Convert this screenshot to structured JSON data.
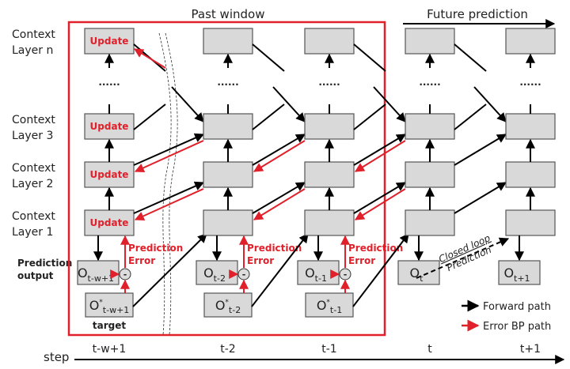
{
  "header": {
    "past_window": "Past window",
    "future_prediction": "Future prediction"
  },
  "layers": [
    {
      "line1": "Context",
      "line2": "Layer n"
    },
    {
      "line1": "Context",
      "line2": "Layer 3"
    },
    {
      "line1": "Context",
      "line2": "Layer 2"
    },
    {
      "line1": "Context",
      "line2": "Layer 1"
    }
  ],
  "ellipsis": "......",
  "update_label": "Update",
  "prediction_output_label": {
    "line1": "Prediction",
    "line2": "output"
  },
  "prediction_error_label": {
    "line1": "Prediction",
    "line2": "Error"
  },
  "minus_symbol": "-",
  "target_label": "target",
  "closed_loop_label": {
    "line1": "Closed loop",
    "line2": "Prediction"
  },
  "columns": [
    {
      "step": "t-w+1",
      "output": {
        "base": "O",
        "sub": "t-w+1"
      },
      "target": {
        "base": "O",
        "sup": "*",
        "sub": "t-w+1"
      },
      "updated": true
    },
    {
      "step": "t-2",
      "output": {
        "base": "O",
        "sub": "t-2"
      },
      "target": {
        "base": "O",
        "sup": "*",
        "sub": "t-2"
      },
      "updated": false
    },
    {
      "step": "t-1",
      "output": {
        "base": "O",
        "sub": "t-1"
      },
      "target": {
        "base": "O",
        "sup": "*",
        "sub": "t-1"
      },
      "updated": false
    },
    {
      "step": "t",
      "output": {
        "base": "O",
        "sub": "t"
      },
      "target": null,
      "updated": false
    },
    {
      "step": "t+1",
      "output": {
        "base": "O",
        "sub": "t+1"
      },
      "target": null,
      "updated": false
    }
  ],
  "legend": [
    {
      "label": "Forward path",
      "color": "#000000"
    },
    {
      "label": "Error BP path",
      "color": "#e0202a"
    }
  ],
  "axis_label": "step",
  "colors": {
    "window": "#e0202a",
    "forward": "#000000",
    "error": "#e0202a",
    "box_fill": "#d9d9d9",
    "box_stroke": "#555555"
  }
}
